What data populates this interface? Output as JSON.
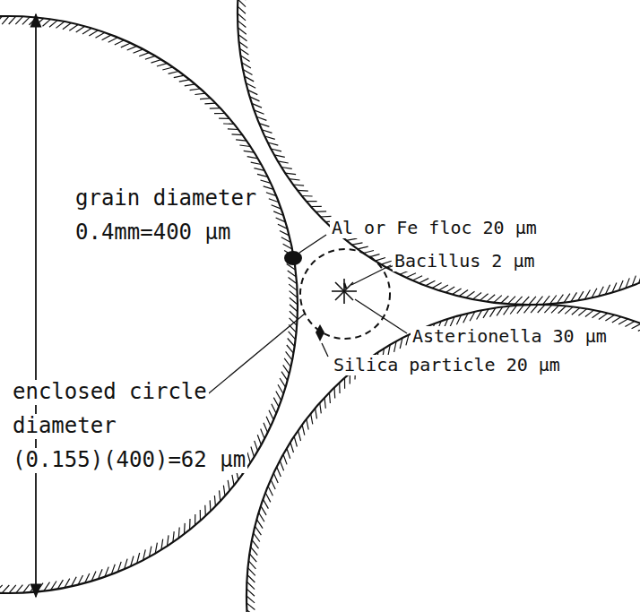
{
  "diagram": {
    "labels": [
      "grain diameter",
      "0.4mm=400 μm",
      "enclosed circle",
      "diameter",
      "(0.155)(400)=62 μm",
      "Al or Fe floc 20 μm",
      "Bacillus 2 μm",
      "Asterionella 30 μm",
      "Silica particle 20 μm"
    ]
  }
}
